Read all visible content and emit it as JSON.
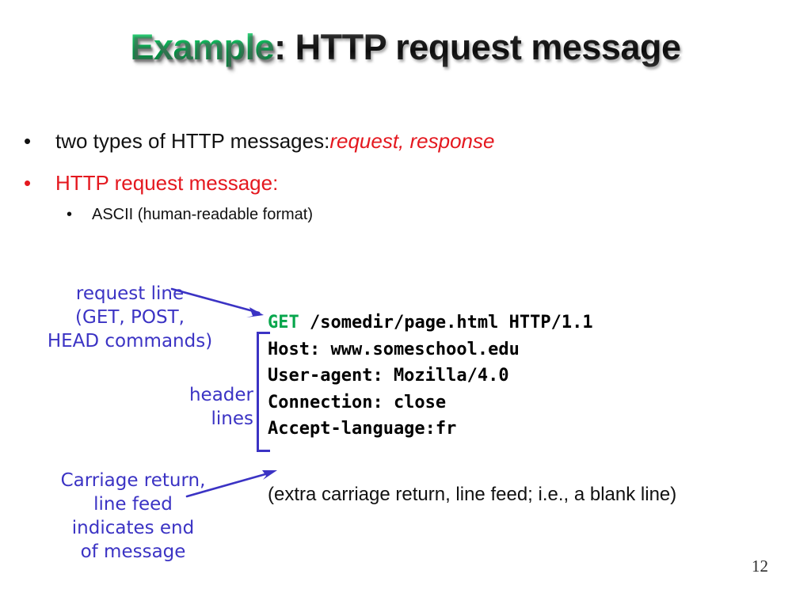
{
  "slide": {
    "title": {
      "highlight": "Example",
      "rest": ": HTTP request message",
      "highlight_color": "#07a64c",
      "rest_color": "#1b1b1b"
    },
    "page_number": "12",
    "accent_colors": {
      "green": "#07a64c",
      "red": "#e4181f",
      "blue": "#3b33c4",
      "black": "#111111"
    }
  },
  "bullets": [
    {
      "marker": "•",
      "text_main": "two types of HTTP messages: ",
      "text_emphasis": "request, response"
    },
    {
      "marker": "•",
      "text_main": "HTTP request message:"
    },
    {
      "marker": "•",
      "text_main": "ASCII (human-readable format)"
    }
  ],
  "annotations": {
    "request_line": "request line\n(GET, POST,\nHEAD commands)",
    "header_lines": "header\nlines",
    "carriage_return": "Carriage return,\nline feed\nindicates end\nof message"
  },
  "code_block": {
    "keyword": "GET",
    "request_line_rest": " /somedir/page.html HTTP/1.1",
    "lines": [
      "Host: www.someschool.edu",
      "User-agent: Mozilla/4.0",
      "Connection: close",
      "Accept-language:fr"
    ]
  },
  "note": {
    "blank_line": "(extra carriage return, line feed; i.e., a blank line)"
  }
}
